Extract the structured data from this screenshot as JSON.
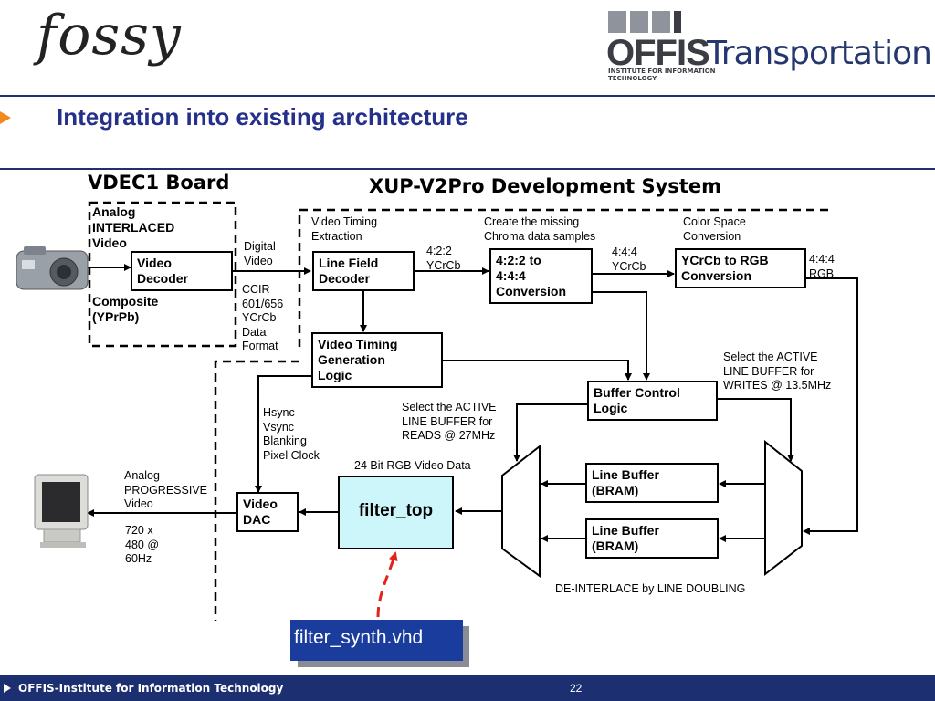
{
  "header": {
    "logo_left": "fossy",
    "logo_right_main": "OFFIS",
    "logo_right_trans": "Transportation",
    "logo_right_sub": "INSTITUTE FOR INFORMATION TECHNOLOGY",
    "title": "Integration into existing architecture"
  },
  "diagram": {
    "vdec_label": "VDEC1 Board",
    "xup_label": "XUP-V2Pro Development System",
    "analog_input": "Analog\nINTERLACED\nVideo",
    "composite": "Composite\n(YPrPb)",
    "digital_video": "Digital\nVideo",
    "ccir": "CCIR\n601/656\nYCrCb\nData\nFormat",
    "note_timing_extraction": "Video Timing\nExtraction",
    "note_chroma": "Create the missing\nChroma data samples",
    "note_colorspace": "Color Space\nConversion",
    "fmt_422": "4:2:2\nYCrCb",
    "fmt_444": "4:4:4\nYCrCb",
    "fmt_444rgb": "4:4:4\nRGB",
    "select_writes": "Select the ACTIVE\nLINE BUFFER for\nWRITES @ 13.5MHz",
    "select_reads": "Select the ACTIVE\nLINE BUFFER for\nREADS @ 27MHz",
    "sync_signals": "Hsync\nVsync\nBlanking\nPixel Clock",
    "rgb24": "24 Bit RGB Video Data",
    "analog_output": "Analog\nPROGRESSIVE\nVideo",
    "resolution": "720 x\n480 @\n60Hz",
    "deinterlace": "DE-INTERLACE by LINE DOUBLING",
    "boxes": {
      "video_decoder": "Video\nDecoder",
      "line_field_decoder": "Line Field\nDecoder",
      "conv_422_444": "4:2:2 to\n4:4:4\nConversion",
      "ycrcb_rgb": "YCrCb to RGB\n Conversion",
      "timing_gen": "Video Timing\nGeneration\nLogic",
      "buffer_control": "Buffer Control\nLogic",
      "line_buffer_1": "Line Buffer\n(BRAM)",
      "line_buffer_2": "Line Buffer\n(BRAM)",
      "video_dac": "Video\nDAC",
      "filter_top": "filter_top"
    },
    "filter_synth": "filter_synth.vhd"
  },
  "footer": {
    "text": "OFFIS-Institute for Information Technology",
    "page": "22"
  }
}
